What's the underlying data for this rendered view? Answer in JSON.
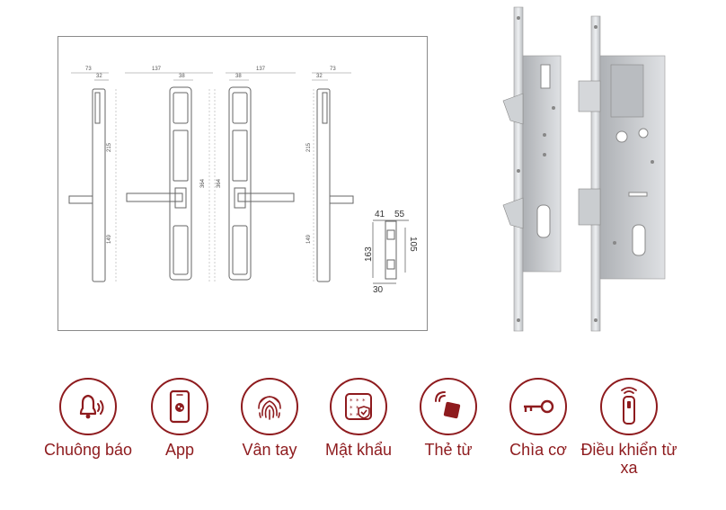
{
  "drawing": {
    "dims_top": [
      "73",
      "32",
      "137",
      "38",
      "137",
      "38",
      "32",
      "73"
    ],
    "dims_side": [
      "215",
      "149",
      "364",
      "364",
      "215",
      "149"
    ],
    "detail": {
      "top_a": "41",
      "top_b": "55",
      "left": "163",
      "right": "105",
      "bottom": "30"
    }
  },
  "features": [
    {
      "label": "Chuông báo",
      "icon": "bell-alarm-icon"
    },
    {
      "label": "App",
      "icon": "phone-app-icon"
    },
    {
      "label": "Vân tay",
      "icon": "fingerprint-icon"
    },
    {
      "label": "Mật khẩu",
      "icon": "password-keypad-icon"
    },
    {
      "label": "Thẻ từ",
      "icon": "rfid-card-icon"
    },
    {
      "label": "Chìa cơ",
      "icon": "key-icon"
    },
    {
      "label": "Điều khiển từ xa",
      "icon": "remote-control-icon"
    }
  ],
  "colors": {
    "accent": "#8e1b1e",
    "frame": "#8a8a8a"
  }
}
